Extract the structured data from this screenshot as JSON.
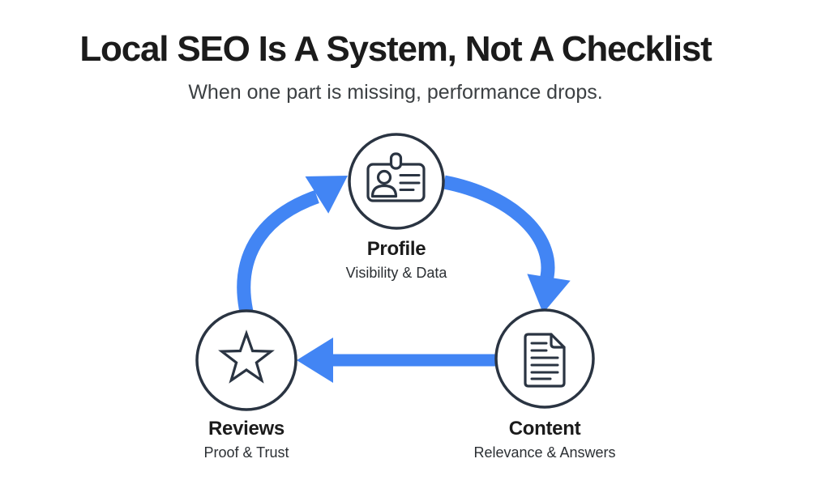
{
  "page": {
    "title": "Local SEO Is A System, Not A Checklist",
    "subtitle": "When one part is missing, performance drops."
  },
  "nodes": {
    "profile": {
      "label": "Profile",
      "sublabel": "Visibility & Data",
      "icon": "id-card-icon"
    },
    "content": {
      "label": "Content",
      "sublabel": "Relevance & Answers",
      "icon": "document-icon"
    },
    "reviews": {
      "label": "Reviews",
      "sublabel": "Proof & Trust",
      "icon": "star-icon"
    }
  },
  "flow": [
    "Profile → Content",
    "Content → Reviews",
    "Reviews → Profile"
  ],
  "colors": {
    "arrow": "#4285F4",
    "node_border": "#2A3442",
    "node_fill": "#FFFFFF",
    "title": "#1B1B1B",
    "subtitle": "#3C4043",
    "background": "#FFFFFF"
  }
}
